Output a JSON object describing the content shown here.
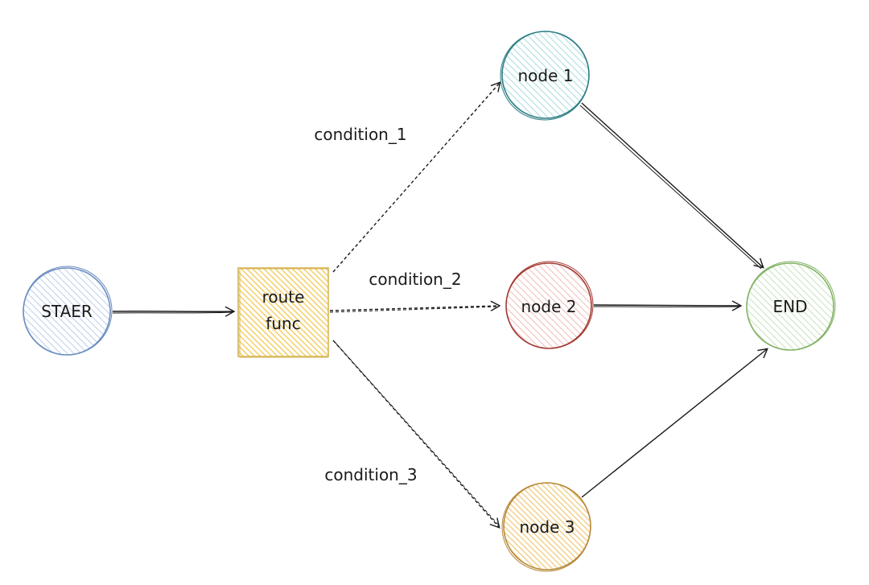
{
  "diagram": {
    "nodes": {
      "start": {
        "label": "STAER",
        "stroke": "#6c8ebf",
        "fill": "#dae8fc"
      },
      "route": {
        "label_line1": "route",
        "label_line2": "func",
        "stroke": "#d6b656",
        "fill": "#fff2cc"
      },
      "node1": {
        "label": "node 1",
        "stroke": "#2f7f86",
        "fill": "#b0e3e6"
      },
      "node2": {
        "label": "node 2",
        "stroke": "#a33b34",
        "fill": "#f8cecc"
      },
      "node3": {
        "label": "node 3",
        "stroke": "#b7893a",
        "fill": "#ffe6b3"
      },
      "end": {
        "label": "END",
        "stroke": "#82b366",
        "fill": "#d5e8d4"
      }
    },
    "edge_labels": {
      "condition_1": "condition_1",
      "condition_2": "condition_2",
      "condition_3": "condition_3"
    },
    "edge_color": "#1a1a1a"
  }
}
